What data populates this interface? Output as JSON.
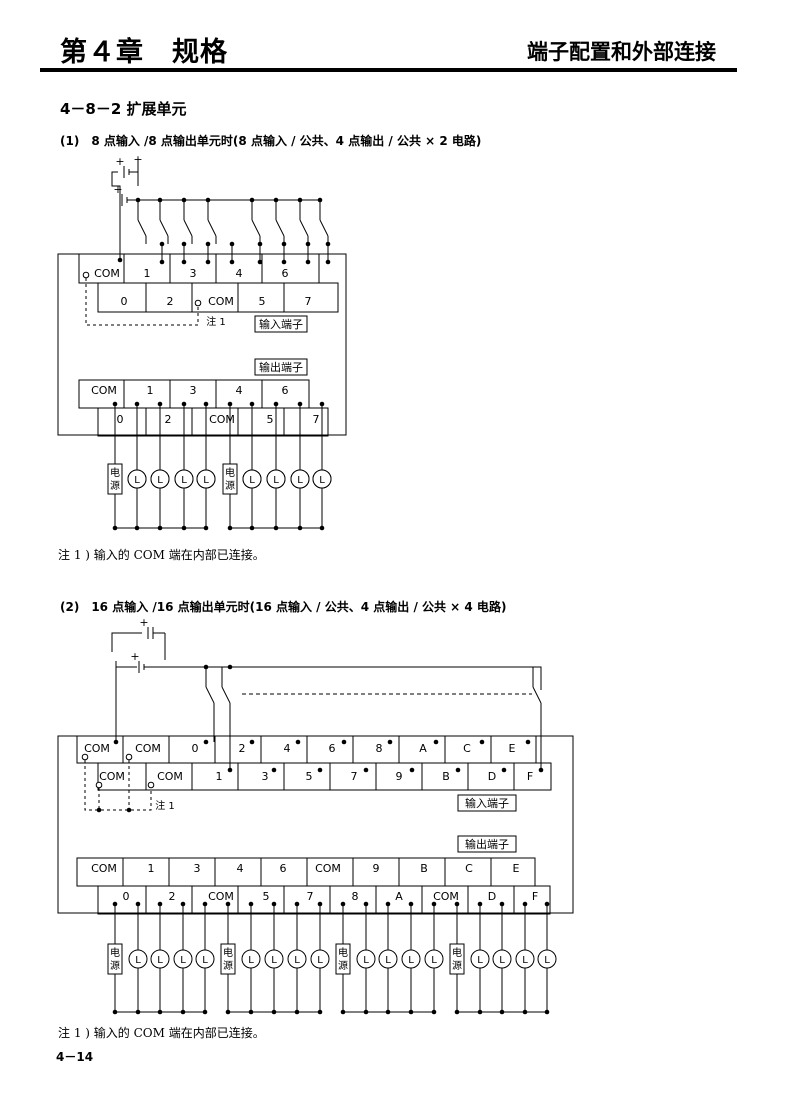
{
  "header": {
    "chapter": "第４章　规格",
    "section": "端子配置和外部连接"
  },
  "subsection": "4－8－2 扩展单元",
  "diagram1": {
    "caption": "(1)　8 点输入 /8 点输出单元时(8 点输入 / 公共、4 点输出 / 公共 × 2 电路)",
    "input_top": [
      "COM",
      "1",
      "3",
      "4",
      "6"
    ],
    "input_bottom": [
      "0",
      "2",
      "COM",
      "5",
      "7"
    ],
    "input_label": "输入端子",
    "output_label": "输出端子",
    "output_top": [
      "COM",
      "1",
      "3",
      "4",
      "6"
    ],
    "output_bottom": [
      "0",
      "2",
      "COM",
      "5",
      "7"
    ],
    "note_tag": "注 1",
    "psu_label": "电源",
    "load_label": "L",
    "plus": "+",
    "note": "注 1 ) 输入的 COM 端在内部已连接。"
  },
  "diagram2": {
    "caption": "(2)　16 点输入 /16 点输出单元时(16 点输入 / 公共、4 点输出 / 公共 × 4 电路)",
    "input_top": [
      "COM",
      "COM",
      "0",
      "2",
      "4",
      "6",
      "8",
      "A",
      "C",
      "E"
    ],
    "input_bottom": [
      "COM",
      "COM",
      "1",
      "3",
      "5",
      "7",
      "9",
      "B",
      "D",
      "F"
    ],
    "input_label": "输入端子",
    "output_label": "输出端子",
    "output_top": [
      "COM",
      "1",
      "3",
      "4",
      "6",
      "COM",
      "9",
      "B",
      "C",
      "E"
    ],
    "output_bottom": [
      "0",
      "2",
      "COM",
      "5",
      "7",
      "8",
      "A",
      "COM",
      "D",
      "F"
    ],
    "note_tag": "注 1",
    "psu_label": "电源",
    "load_label": "L",
    "plus": "+",
    "note": "注 1 ) 输入的 COM 端在内部已连接。"
  },
  "page_number": "4－14"
}
